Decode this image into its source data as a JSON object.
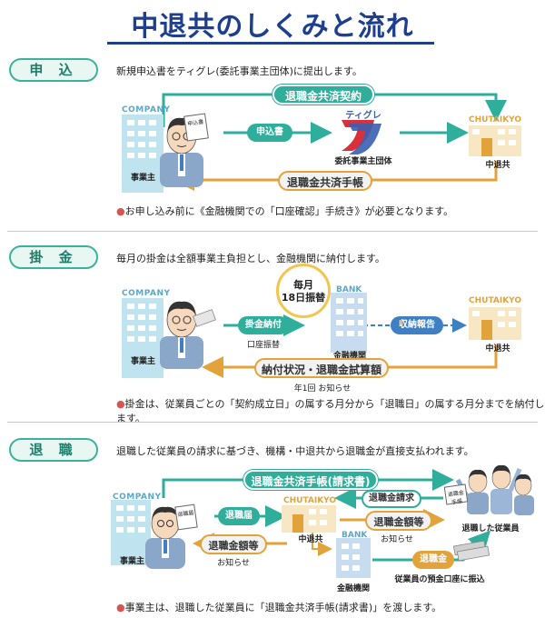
{
  "title": "中退共のしくみと流れ",
  "sections": [
    {
      "tag": "申 込",
      "desc": "新規申込書をティグレ(委託事業主団体)に提出します。",
      "top_band": "退職金共済契約",
      "bottom_band": "退職金共済手帳",
      "pill": "申込書",
      "company_sign": "COMPANY",
      "employer_label": "事業主",
      "doc_label": "申込書",
      "tigre_name": "ティグレ",
      "tigre_sub": "委託事業主団体",
      "chutaikyo_sign": "CHUTAIKYO",
      "chutaikyo_label": "中退共",
      "note": "お申し込み前に《金融機関での「口座確認」手続き》が必要となります。"
    },
    {
      "tag": "掛 金",
      "desc": "毎月の掛金は全額事業主負担とし、金融機関に納付します。",
      "badge_line1": "毎月",
      "badge_line2": "18日振替",
      "company_sign": "COMPANY",
      "employer_label": "事業主",
      "pill_pay": "掛金納付",
      "pay_sub": "口座振替",
      "bank_sign": "BANK",
      "bank_label": "金融機関",
      "pill_report": "収納報告",
      "chutaikyo_sign": "CHUTAIKYO",
      "chutaikyo_label": "中退共",
      "bottom_band": "納付状況・退職金試算額",
      "bottom_sub": "年1回 お知らせ",
      "note": "掛金は、従業員ごとの「契約成立日」の属する月分から「退職日」の属する月分までを納付します。"
    },
    {
      "tag": "退 職",
      "desc": "退職した従業員の請求に基づき、機構・中退共から退職金が直接支払われます。",
      "top_band": "退職金共済手帳(請求書)",
      "company_sign": "COMPANY",
      "employer_label": "事業主",
      "doc_label": "退職届",
      "pill_notice": "退職届",
      "chutaikyo_sign": "CHUTAIKYO",
      "chutaikyo_label": "中退共",
      "pill_claim": "退職金請求",
      "band_amount_right": "退職金額等",
      "amount_right_sub": "お知らせ",
      "band_amount_left": "退職金額等",
      "amount_left_sub": "お知らせ",
      "bank_sign": "BANK",
      "bank_label": "金融機関",
      "pill_money": "退職金",
      "deposit_label": "従業員の預金口座に振込",
      "retired_label": "退職した従業員",
      "retiree_doc": "退職金手帳",
      "note": "事業主は、退職した従業員に「退職金共済手帳(請求書)」を渡します。"
    }
  ]
}
